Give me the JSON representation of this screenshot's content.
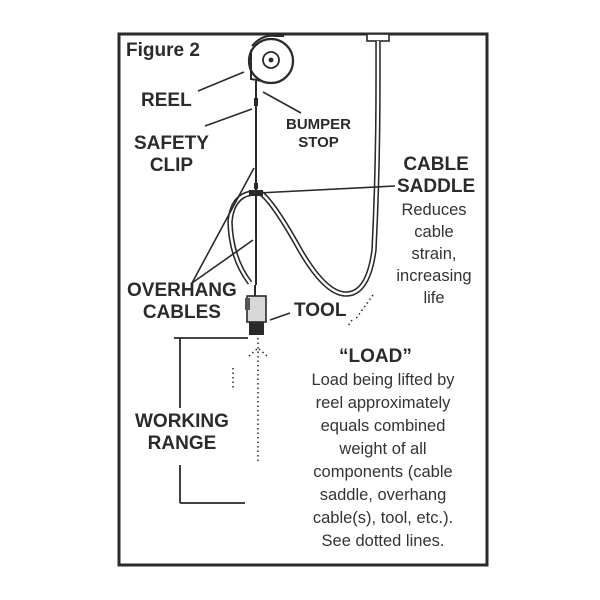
{
  "figure": {
    "title": "Figure 2",
    "labels": {
      "reel": "REEL",
      "safety_clip": [
        "SAFETY",
        "CLIP"
      ],
      "bumper_stop": [
        "BUMPER",
        "STOP"
      ],
      "cable_saddle": [
        "CABLE",
        "SADDLE"
      ],
      "cable_saddle_note": [
        "Reduces",
        "cable",
        "strain,",
        "increasing",
        "life"
      ],
      "overhang_cables": [
        "OVERHANG",
        "CABLES"
      ],
      "tool": "TOOL",
      "working_range": [
        "WORKING",
        "RANGE"
      ],
      "load_title": "“LOAD”",
      "load_note": [
        "Load being lifted by",
        "reel approximately",
        "equals combined",
        "weight of all",
        "components (cable",
        "saddle, overhang",
        "cable(s), tool, etc.).",
        "See dotted lines."
      ]
    },
    "colors": {
      "ink": "#2a2a2a",
      "background": "#ffffff"
    }
  }
}
